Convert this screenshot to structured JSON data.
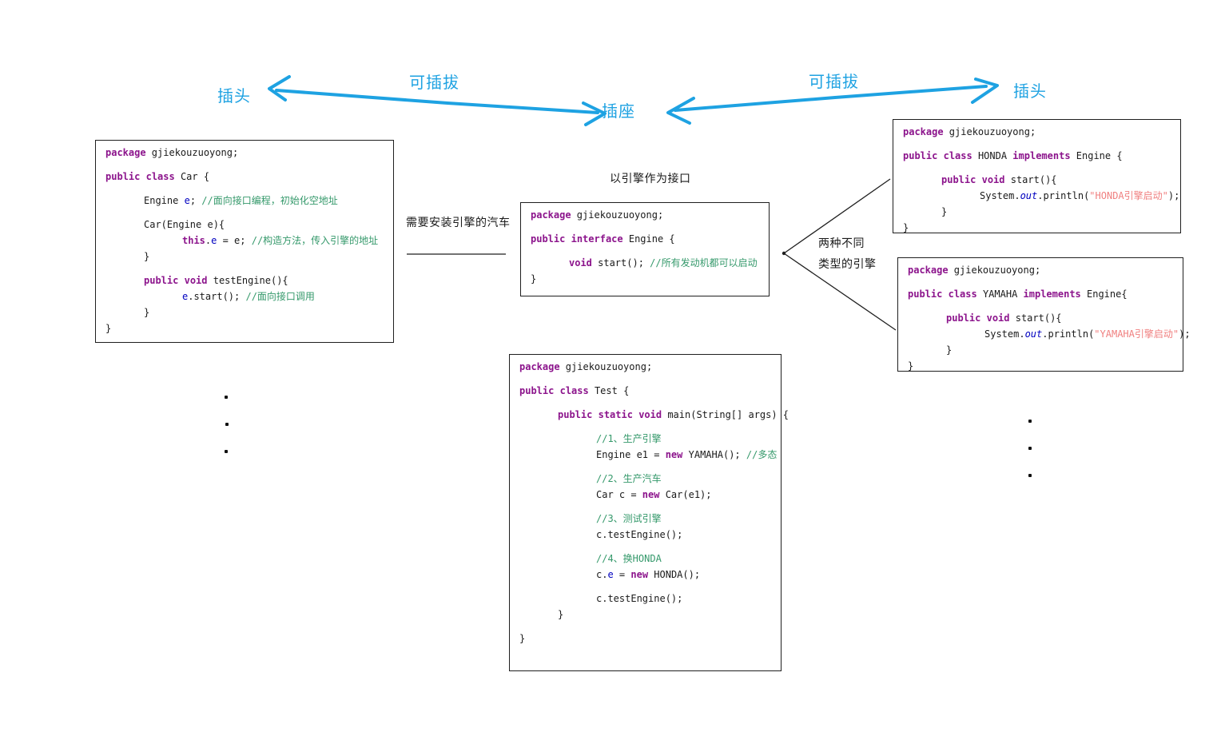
{
  "labels": {
    "plug_left": "插头",
    "pluggable_left": "可插拔",
    "socket": "插座",
    "pluggable_right": "可插拔",
    "plug_right": "插头",
    "engine_as_interface": "以引擎作为接口",
    "car_needs_engine": "需要安装引擎的汽车",
    "two_different": "两种不同",
    "engine_types": "类型的引擎"
  },
  "colors": {
    "arrow": "#1ea2e2",
    "keyword": "#8c148c",
    "comment": "#35996b",
    "string": "#f08080",
    "variable": "#0000c0",
    "plain": "#1a1a1a"
  },
  "code_boxes": {
    "car": {
      "lines": [
        {
          "ind": 0,
          "seg": [
            [
              "kw",
              "package"
            ],
            [
              "pl",
              " gjiekouzuoyong;"
            ]
          ]
        },
        null,
        {
          "ind": 0,
          "seg": [
            [
              "kw",
              "public"
            ],
            [
              "pl",
              " "
            ],
            [
              "kw",
              "class"
            ],
            [
              "pl",
              " Car {"
            ]
          ]
        },
        null,
        {
          "ind": 1,
          "seg": [
            [
              "pl",
              "Engine "
            ],
            [
              "var",
              "e"
            ],
            [
              "pl",
              "; "
            ],
            [
              "cmt",
              "//面向接口编程，初始化空地址"
            ]
          ]
        },
        null,
        {
          "ind": 1,
          "seg": [
            [
              "pl",
              "Car(Engine e){"
            ]
          ]
        },
        {
          "ind": 2,
          "seg": [
            [
              "kw",
              "this"
            ],
            [
              "pl",
              "."
            ],
            [
              "var",
              "e"
            ],
            [
              "pl",
              " = e; "
            ],
            [
              "cmt",
              "//构造方法，传入引擎的地址"
            ]
          ]
        },
        {
          "ind": 1,
          "seg": [
            [
              "pl",
              "}"
            ]
          ]
        },
        null,
        {
          "ind": 1,
          "seg": [
            [
              "kw",
              "public"
            ],
            [
              "pl",
              " "
            ],
            [
              "kw",
              "void"
            ],
            [
              "pl",
              " testEngine(){"
            ]
          ]
        },
        {
          "ind": 2,
          "seg": [
            [
              "var",
              "e"
            ],
            [
              "pl",
              ".start(); "
            ],
            [
              "cmt",
              "//面向接口调用"
            ]
          ]
        },
        {
          "ind": 1,
          "seg": [
            [
              "pl",
              "}"
            ]
          ]
        },
        {
          "ind": 0,
          "seg": [
            [
              "pl",
              "}"
            ]
          ]
        }
      ]
    },
    "engine": {
      "lines": [
        {
          "ind": 0,
          "seg": [
            [
              "kw",
              "package"
            ],
            [
              "pl",
              " gjiekouzuoyong;"
            ]
          ]
        },
        null,
        {
          "ind": 0,
          "seg": [
            [
              "kw",
              "public"
            ],
            [
              "pl",
              " "
            ],
            [
              "kw",
              "interface"
            ],
            [
              "pl",
              " Engine {"
            ]
          ]
        },
        null,
        {
          "ind": 1,
          "seg": [
            [
              "kw",
              "void"
            ],
            [
              "pl",
              " start(); "
            ],
            [
              "cmt",
              "//所有发动机都可以启动"
            ]
          ]
        },
        {
          "ind": 0,
          "seg": [
            [
              "pl",
              "}"
            ]
          ]
        }
      ]
    },
    "honda": {
      "lines": [
        {
          "ind": 0,
          "seg": [
            [
              "kw",
              "package"
            ],
            [
              "pl",
              " gjiekouzuoyong;"
            ]
          ]
        },
        null,
        {
          "ind": 0,
          "seg": [
            [
              "kw",
              "public"
            ],
            [
              "pl",
              " "
            ],
            [
              "kw",
              "class"
            ],
            [
              "pl",
              " HONDA "
            ],
            [
              "kw",
              "implements"
            ],
            [
              "pl",
              " Engine {"
            ]
          ]
        },
        null,
        {
          "ind": 1,
          "seg": [
            [
              "kw",
              "public"
            ],
            [
              "pl",
              " "
            ],
            [
              "kw",
              "void"
            ],
            [
              "pl",
              " start(){"
            ]
          ]
        },
        {
          "ind": 2,
          "seg": [
            [
              "pl",
              "System."
            ],
            [
              "vi",
              "out"
            ],
            [
              "pl",
              ".println("
            ],
            [
              "str",
              "\"HONDA引擎启动\""
            ],
            [
              "pl",
              ");"
            ]
          ]
        },
        {
          "ind": 1,
          "seg": [
            [
              "pl",
              "}"
            ]
          ]
        },
        {
          "ind": 0,
          "seg": [
            [
              "pl",
              "}"
            ]
          ]
        }
      ]
    },
    "yamaha": {
      "lines": [
        {
          "ind": 0,
          "seg": [
            [
              "kw",
              "package"
            ],
            [
              "pl",
              " gjiekouzuoyong;"
            ]
          ]
        },
        null,
        {
          "ind": 0,
          "seg": [
            [
              "kw",
              "public"
            ],
            [
              "pl",
              " "
            ],
            [
              "kw",
              "class"
            ],
            [
              "pl",
              " YAMAHA "
            ],
            [
              "kw",
              "implements"
            ],
            [
              "pl",
              " Engine{"
            ]
          ]
        },
        null,
        {
          "ind": 1,
          "seg": [
            [
              "kw",
              "public"
            ],
            [
              "pl",
              " "
            ],
            [
              "kw",
              "void"
            ],
            [
              "pl",
              " start(){"
            ]
          ]
        },
        {
          "ind": 2,
          "seg": [
            [
              "pl",
              "System."
            ],
            [
              "vi",
              "out"
            ],
            [
              "pl",
              ".println("
            ],
            [
              "str",
              "\"YAMAHA引擎启动\""
            ],
            [
              "pl",
              ");"
            ]
          ]
        },
        {
          "ind": 1,
          "seg": [
            [
              "pl",
              "}"
            ]
          ]
        },
        {
          "ind": 0,
          "seg": [
            [
              "pl",
              "}"
            ]
          ]
        }
      ]
    },
    "test": {
      "lines": [
        {
          "ind": 0,
          "seg": [
            [
              "kw",
              "package"
            ],
            [
              "pl",
              " gjiekouzuoyong;"
            ]
          ]
        },
        null,
        {
          "ind": 0,
          "seg": [
            [
              "kw",
              "public"
            ],
            [
              "pl",
              " "
            ],
            [
              "kw",
              "class"
            ],
            [
              "pl",
              " Test {"
            ]
          ]
        },
        null,
        {
          "ind": 1,
          "seg": [
            [
              "kw",
              "public"
            ],
            [
              "pl",
              " "
            ],
            [
              "kw",
              "static"
            ],
            [
              "pl",
              " "
            ],
            [
              "kw",
              "void"
            ],
            [
              "pl",
              " main(String[] args) {"
            ]
          ]
        },
        null,
        {
          "ind": 2,
          "seg": [
            [
              "cmt",
              "//1、生产引擎"
            ]
          ]
        },
        {
          "ind": 2,
          "seg": [
            [
              "pl",
              "Engine e1 = "
            ],
            [
              "kw",
              "new"
            ],
            [
              "pl",
              " YAMAHA(); "
            ],
            [
              "cmt",
              "//多态"
            ]
          ]
        },
        null,
        {
          "ind": 2,
          "seg": [
            [
              "cmt",
              "//2、生产汽车"
            ]
          ]
        },
        {
          "ind": 2,
          "seg": [
            [
              "pl",
              "Car c = "
            ],
            [
              "kw",
              "new"
            ],
            [
              "pl",
              " Car(e1);"
            ]
          ]
        },
        null,
        {
          "ind": 2,
          "seg": [
            [
              "cmt",
              "//3、测试引擎"
            ]
          ]
        },
        {
          "ind": 2,
          "seg": [
            [
              "pl",
              "c.testEngine();"
            ]
          ]
        },
        null,
        {
          "ind": 2,
          "seg": [
            [
              "cmt",
              "//4、换HONDA"
            ]
          ]
        },
        {
          "ind": 2,
          "seg": [
            [
              "pl",
              "c."
            ],
            [
              "var",
              "e"
            ],
            [
              "pl",
              " = "
            ],
            [
              "kw",
              "new"
            ],
            [
              "pl",
              " HONDA();"
            ]
          ]
        },
        null,
        {
          "ind": 2,
          "seg": [
            [
              "pl",
              "c.testEngine();"
            ]
          ]
        },
        {
          "ind": 1,
          "seg": [
            [
              "pl",
              "}"
            ]
          ]
        },
        null,
        {
          "ind": 0,
          "seg": [
            [
              "pl",
              "}"
            ]
          ]
        }
      ]
    }
  }
}
